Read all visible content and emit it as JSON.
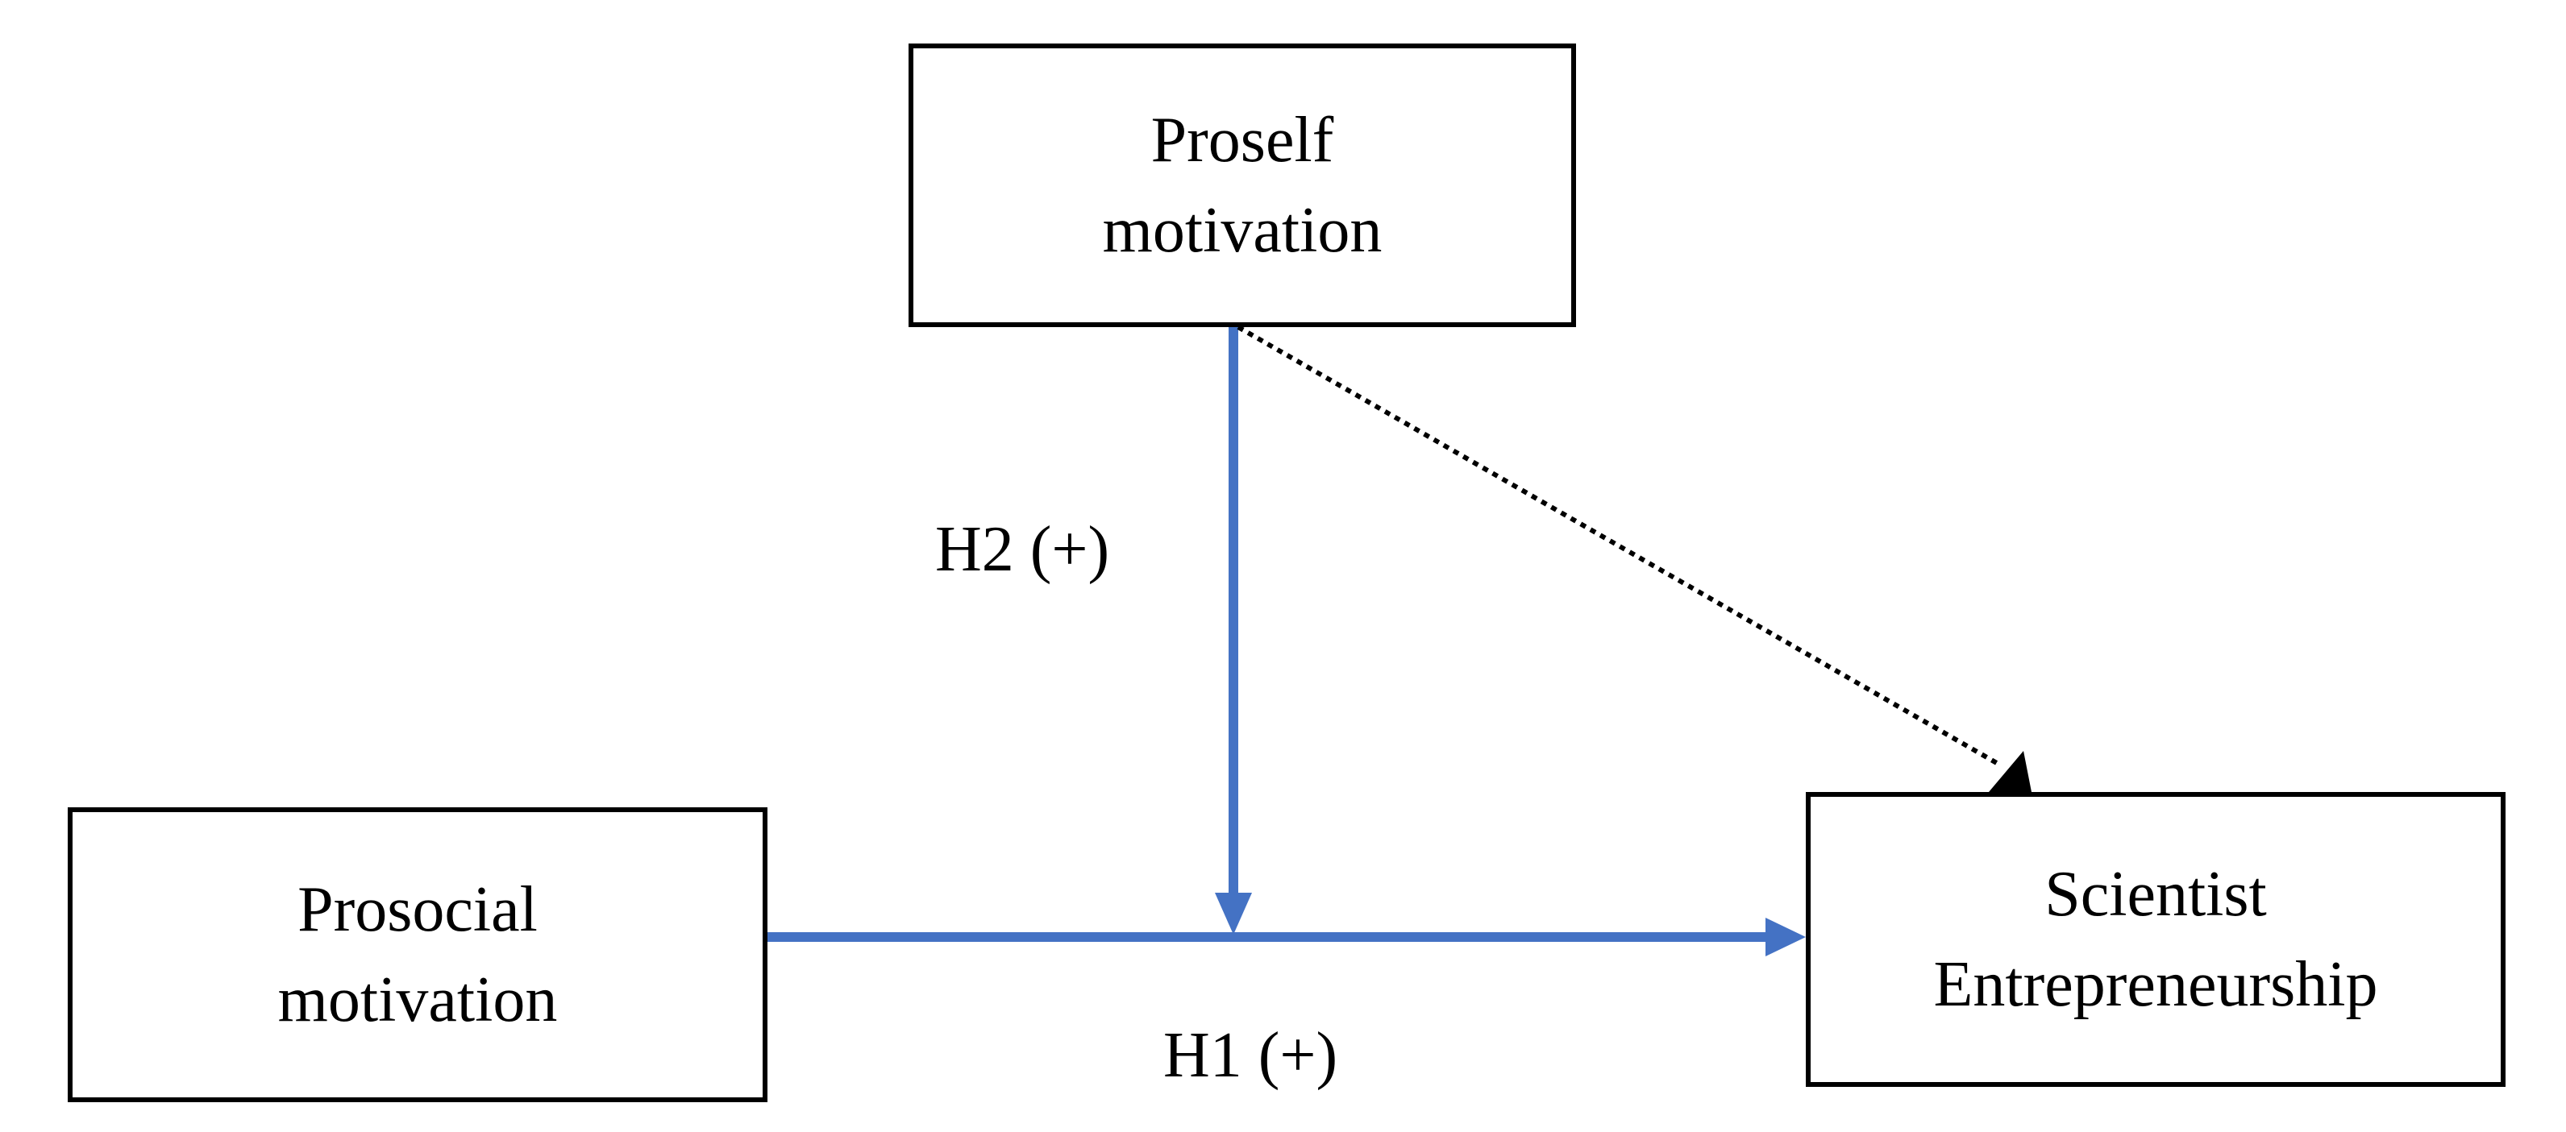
{
  "nodes": {
    "proself": {
      "line1": "Proself",
      "line2": "motivation"
    },
    "prosocial": {
      "line1": "Prosocial",
      "line2": "motivation"
    },
    "scientist": {
      "line1": "Scientist",
      "line2": "Entrepreneurship"
    }
  },
  "edges": {
    "h1": {
      "label": "H1 (+)",
      "from": "prosocial",
      "to": "scientist",
      "style": "solid"
    },
    "h2": {
      "label": "H2 (+)",
      "from": "proself",
      "to": "h1-path",
      "style": "solid"
    },
    "direct": {
      "label": "",
      "from": "proself",
      "to": "scientist",
      "style": "dotted"
    }
  },
  "colors": {
    "moderation_arrow": "#4472C4",
    "box_border": "#000000",
    "dotted_arrow": "#000000",
    "background": "#ffffff"
  }
}
